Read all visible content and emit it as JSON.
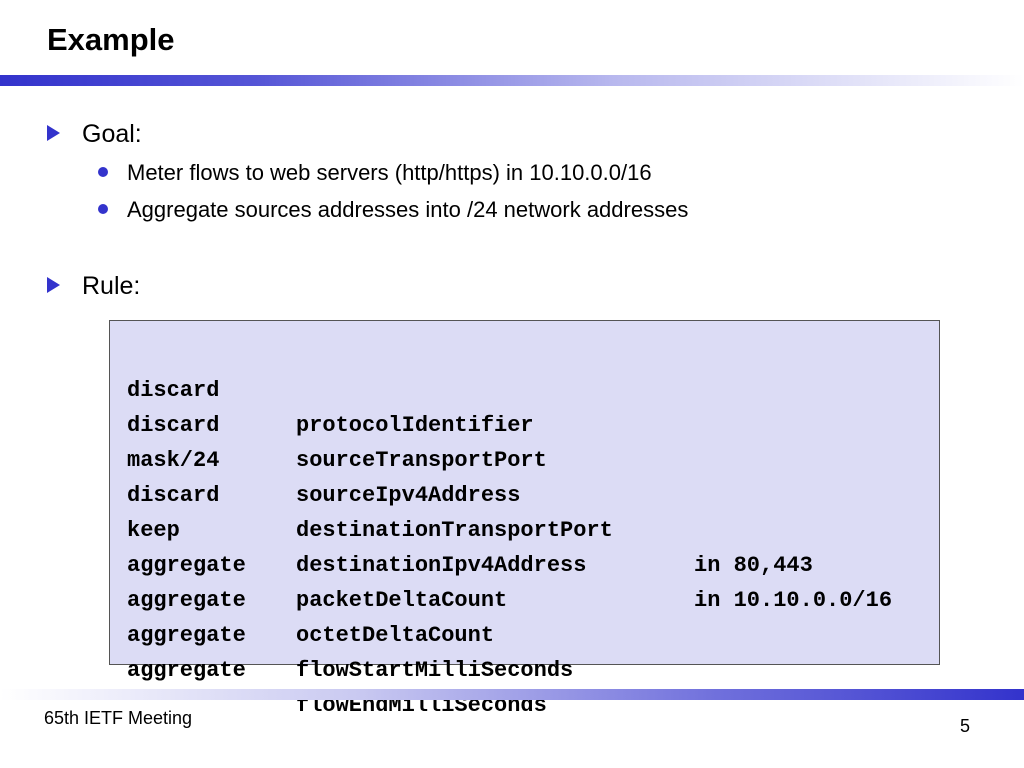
{
  "slide": {
    "title": "Example",
    "bullets": [
      {
        "label": "Goal:",
        "sub_items": [
          "Meter flows to web servers (http/https) in 10.10.0.0/16",
          "Aggregate sources addresses into /24 network addresses"
        ]
      },
      {
        "label": "Rule:",
        "sub_items": []
      }
    ],
    "rule_lines": [
      {
        "action": "discard",
        "field": "protocolIdentifier",
        "condition": ""
      },
      {
        "action": "discard",
        "field": "sourceTransportPort",
        "condition": ""
      },
      {
        "action": "mask/24",
        "field": "sourceIpv4Address",
        "condition": ""
      },
      {
        "action": "discard",
        "field": "destinationTransportPort",
        "condition": "in 80,443"
      },
      {
        "action": "keep",
        "field": "destinationIpv4Address",
        "condition": "in 10.10.0.0/16"
      },
      {
        "action": "aggregate",
        "field": "packetDeltaCount",
        "condition": ""
      },
      {
        "action": "aggregate",
        "field": "octetDeltaCount",
        "condition": ""
      },
      {
        "action": "aggregate",
        "field": "flowStartMilliSeconds",
        "condition": ""
      },
      {
        "action": "aggregate",
        "field": "flowEndMilliSeconds",
        "condition": ""
      }
    ],
    "footer": {
      "meeting": "65th IETF Meeting",
      "page_number": "5"
    }
  },
  "colors": {
    "accent": "#3333cc",
    "code_background": "#dcdcf5",
    "code_border": "#555555"
  },
  "icons": {
    "level1_bullet": "triangle-right-icon",
    "level2_bullet": "filled-circle-icon"
  }
}
